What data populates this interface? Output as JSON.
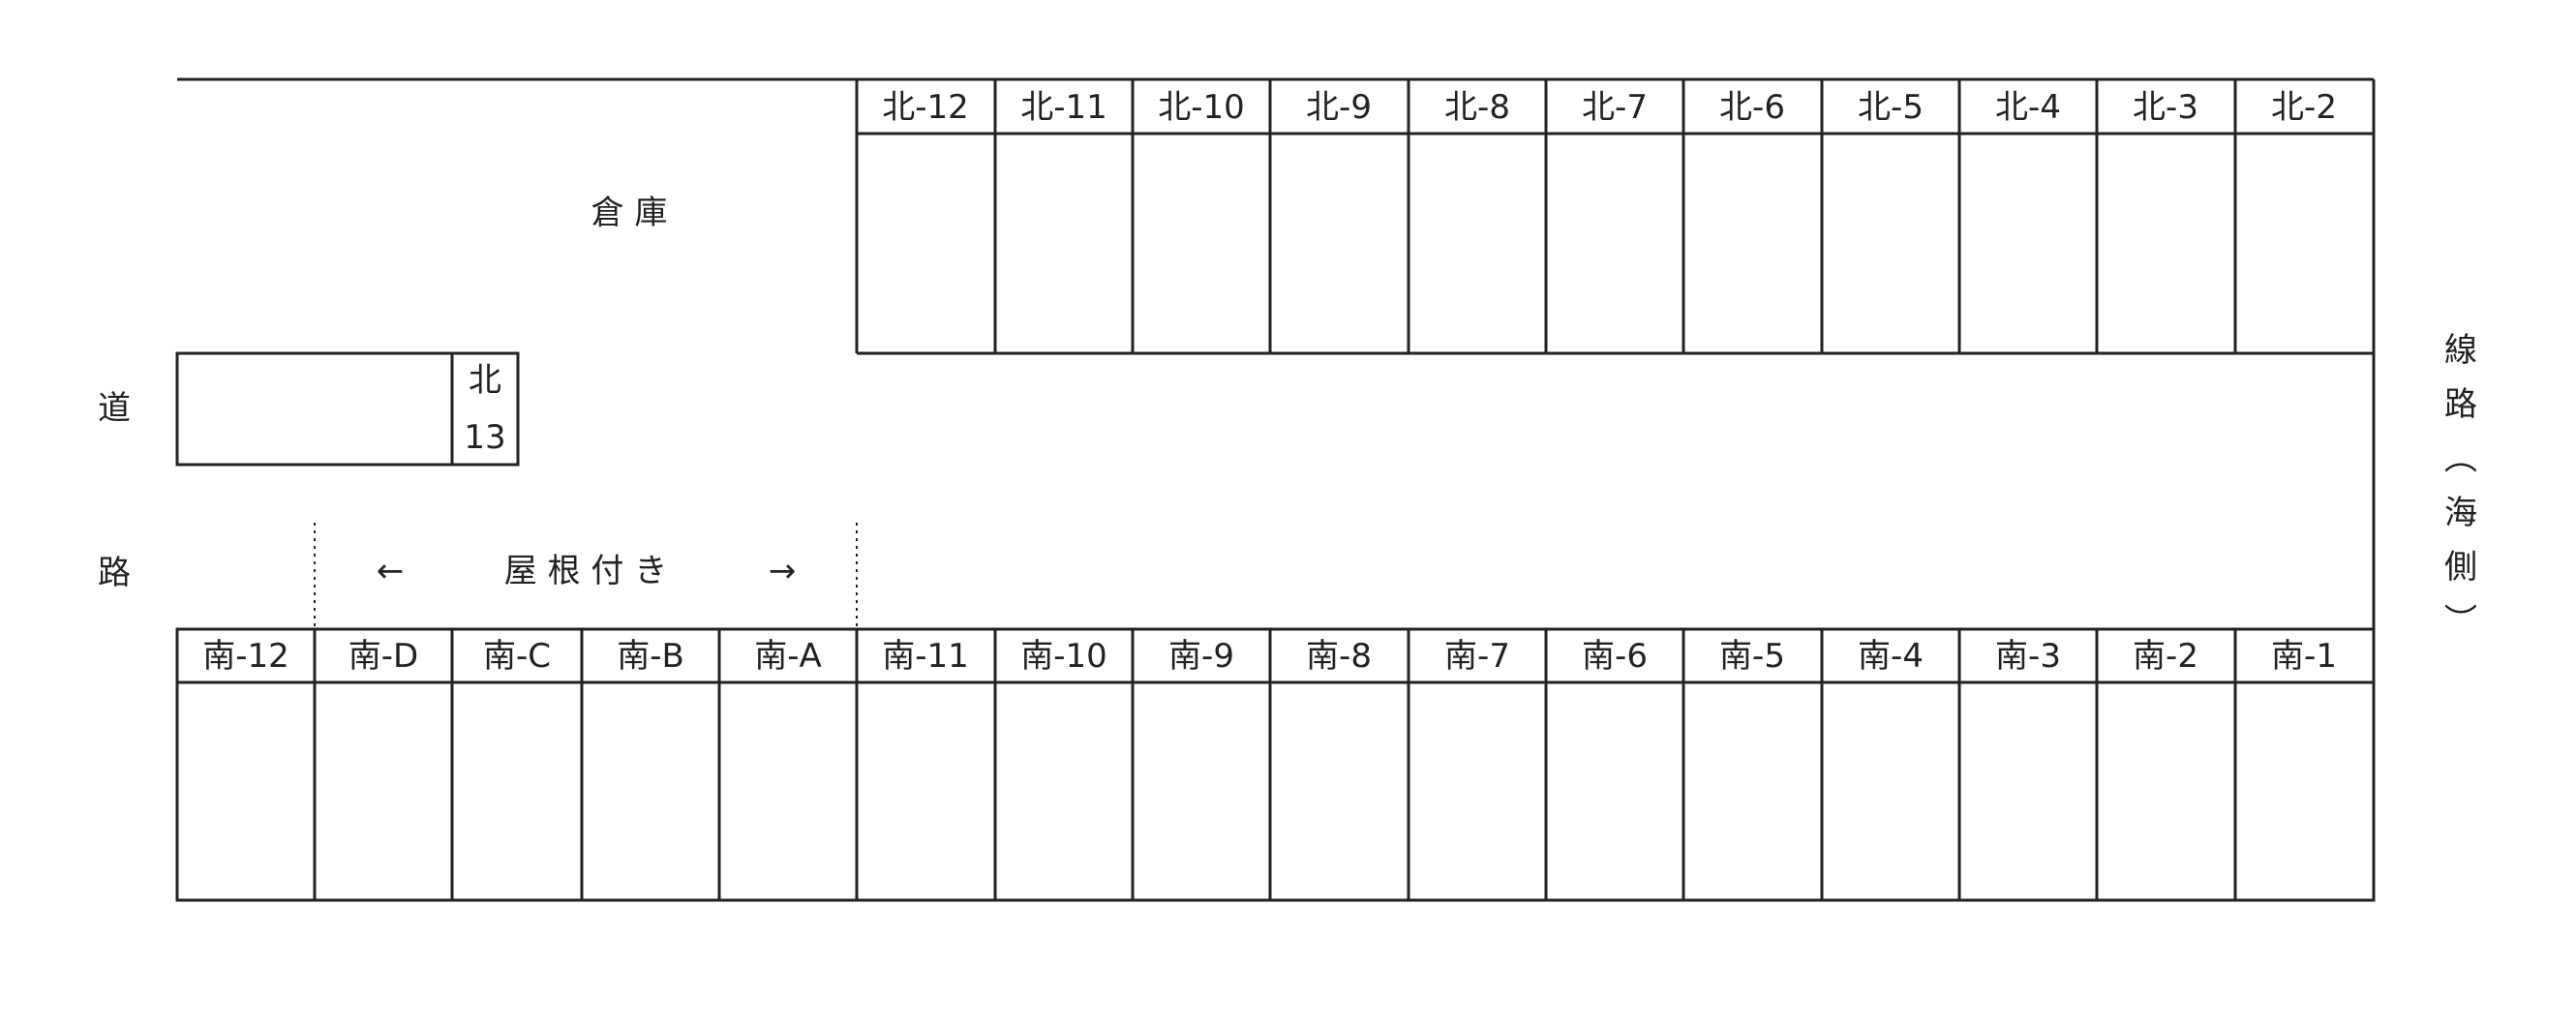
{
  "north_stalls": [
    "北-12",
    "北-11",
    "北-10",
    "北-9",
    "北-8",
    "北-7",
    "北-6",
    "北-5",
    "北-4",
    "北-3",
    "北-2"
  ],
  "south_stalls": [
    "南-12",
    "南-D",
    "南-C",
    "南-B",
    "南-A",
    "南-11",
    "南-10",
    "南-9",
    "南-8",
    "南-7",
    "南-6",
    "南-5",
    "南-4",
    "南-3",
    "南-2",
    "南-1"
  ],
  "warehouse_label": "倉 庫",
  "north13": {
    "line1": "北",
    "line2": "13"
  },
  "road_label": {
    "char1": "道",
    "char2": "路"
  },
  "roofed_label": {
    "left_arrow": "←",
    "text": "屋 根 付 き",
    "right_arrow": "→"
  },
  "rail_label": [
    "線",
    "路",
    "︵",
    "海",
    "側",
    "︶"
  ]
}
